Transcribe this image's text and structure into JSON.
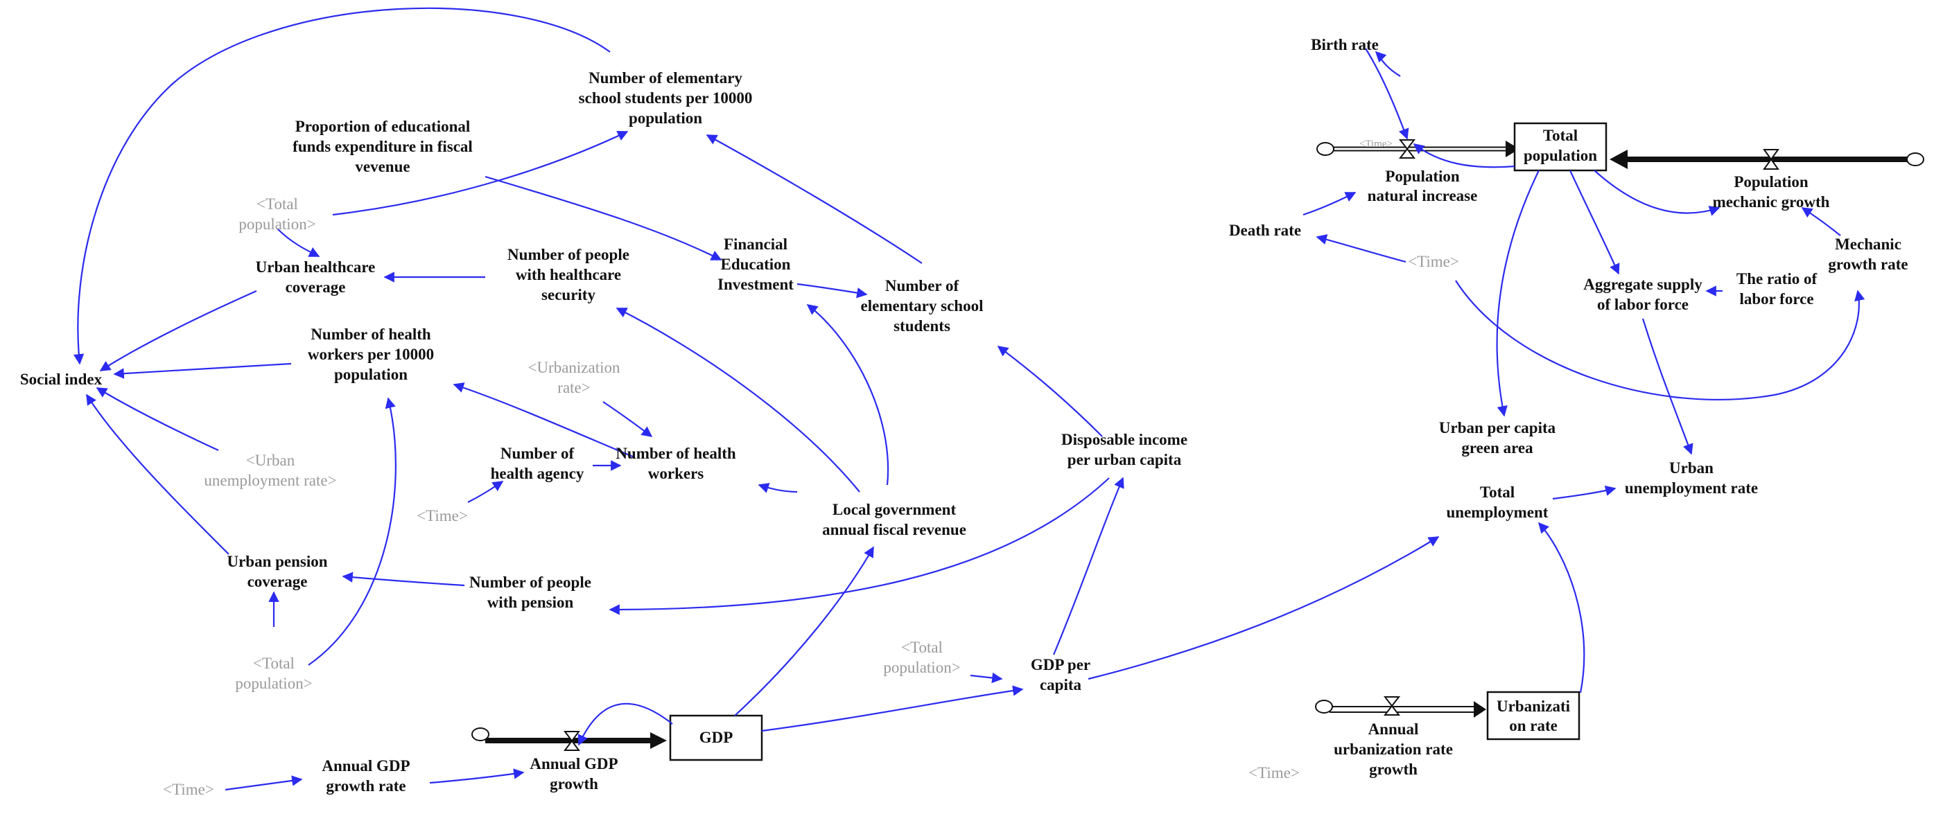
{
  "diagram": {
    "stocks": {
      "total_population": [
        "Total",
        "population"
      ],
      "gdp": [
        "GDP"
      ],
      "urbanization_rate": [
        "Urbanizati",
        "on rate"
      ]
    },
    "flows": {
      "population_natural_increase": [
        "Population",
        "natural increase"
      ],
      "population_mechanic_growth": [
        "Population",
        "mechanic growth"
      ],
      "annual_gdp_growth": [
        "Annual GDP",
        "growth"
      ],
      "annual_urbanization_rate_growth": [
        "Annual",
        "urbanization rate",
        "growth"
      ]
    },
    "variables": {
      "birth_rate": [
        "Birth rate"
      ],
      "death_rate": [
        "Death rate"
      ],
      "mechanic_growth_rate": [
        "Mechanic",
        "growth rate"
      ],
      "ratio_of_labor_force": [
        "The ratio of",
        "labor force"
      ],
      "aggregate_supply_labor": [
        "Aggregate supply",
        "of labor force"
      ],
      "urban_per_capita_green_area": [
        "Urban per capita",
        "green area"
      ],
      "total_unemployment": [
        "Total",
        "unemployment"
      ],
      "urban_unemployment_rate": [
        "Urban",
        "unemployment rate"
      ],
      "gdp_per_capita": [
        "GDP per",
        "capita"
      ],
      "disposable_income": [
        "Disposable income",
        "per urban capita"
      ],
      "annual_gdp_growth_rate": [
        "Annual GDP",
        "growth rate"
      ],
      "local_gov_revenue": [
        "Local government",
        "annual fiscal revenue"
      ],
      "financial_education_investment": [
        "Financial",
        "Education",
        "Investment"
      ],
      "num_elementary_students": [
        "Number of",
        "elementary school",
        "students"
      ],
      "elementary_students_per_10000": [
        "Number of elementary",
        "school students per 10000",
        "population"
      ],
      "proportion_edu_funds": [
        "Proportion of educational",
        "funds expenditure in fiscal",
        "vevenue"
      ],
      "people_healthcare_security": [
        "Number of people",
        "with healthcare",
        "security"
      ],
      "urban_healthcare_coverage": [
        "Urban healthcare",
        "coverage"
      ],
      "social_index": [
        "Social index"
      ],
      "health_workers_per_10000": [
        "Number of health",
        "workers per 10000",
        "population"
      ],
      "num_health_agency": [
        "Number of",
        "health agency"
      ],
      "num_health_workers": [
        "Number of health",
        "workers"
      ],
      "urban_pension_coverage": [
        "Urban pension",
        "coverage"
      ],
      "people_with_pension": [
        "Number of people",
        "with pension"
      ]
    },
    "shadow_variables": {
      "time_mechanic": [
        "<Time>"
      ],
      "time_health": [
        "<Time>"
      ],
      "time_gdp": [
        "<Time>"
      ],
      "time_urban": [
        "<Time>"
      ],
      "time_birth": [
        "<Time>"
      ],
      "total_pop_health": [
        "<Total",
        "population>"
      ],
      "total_pop_pension": [
        "<Total",
        "population>"
      ],
      "total_pop_gdp": [
        "<Total",
        "population>"
      ],
      "urbanization_rate_shadow": [
        "<Urbanization",
        "rate>"
      ],
      "urban_unemployment_shadow": [
        "<Urban",
        "unemployment rate>"
      ]
    }
  }
}
